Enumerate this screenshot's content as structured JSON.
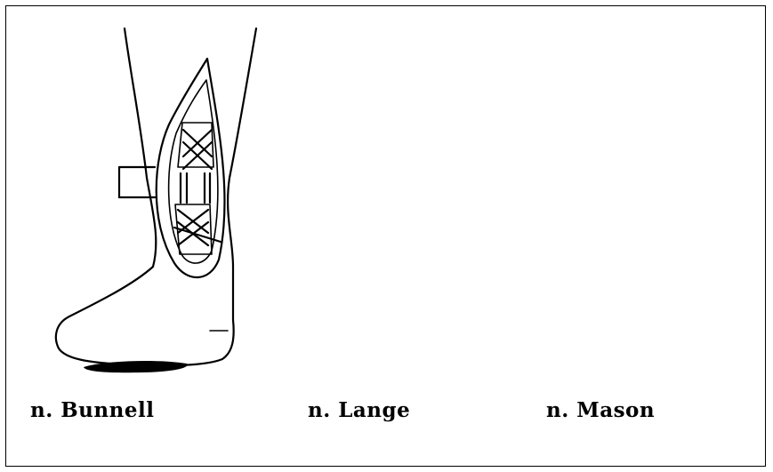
{
  "panels": [
    {
      "caption": "n. Bunnell"
    },
    {
      "caption": "n. Lange"
    },
    {
      "caption": "n. Mason"
    }
  ],
  "colors": {
    "ink": "#000000",
    "background": "#ffffff"
  }
}
